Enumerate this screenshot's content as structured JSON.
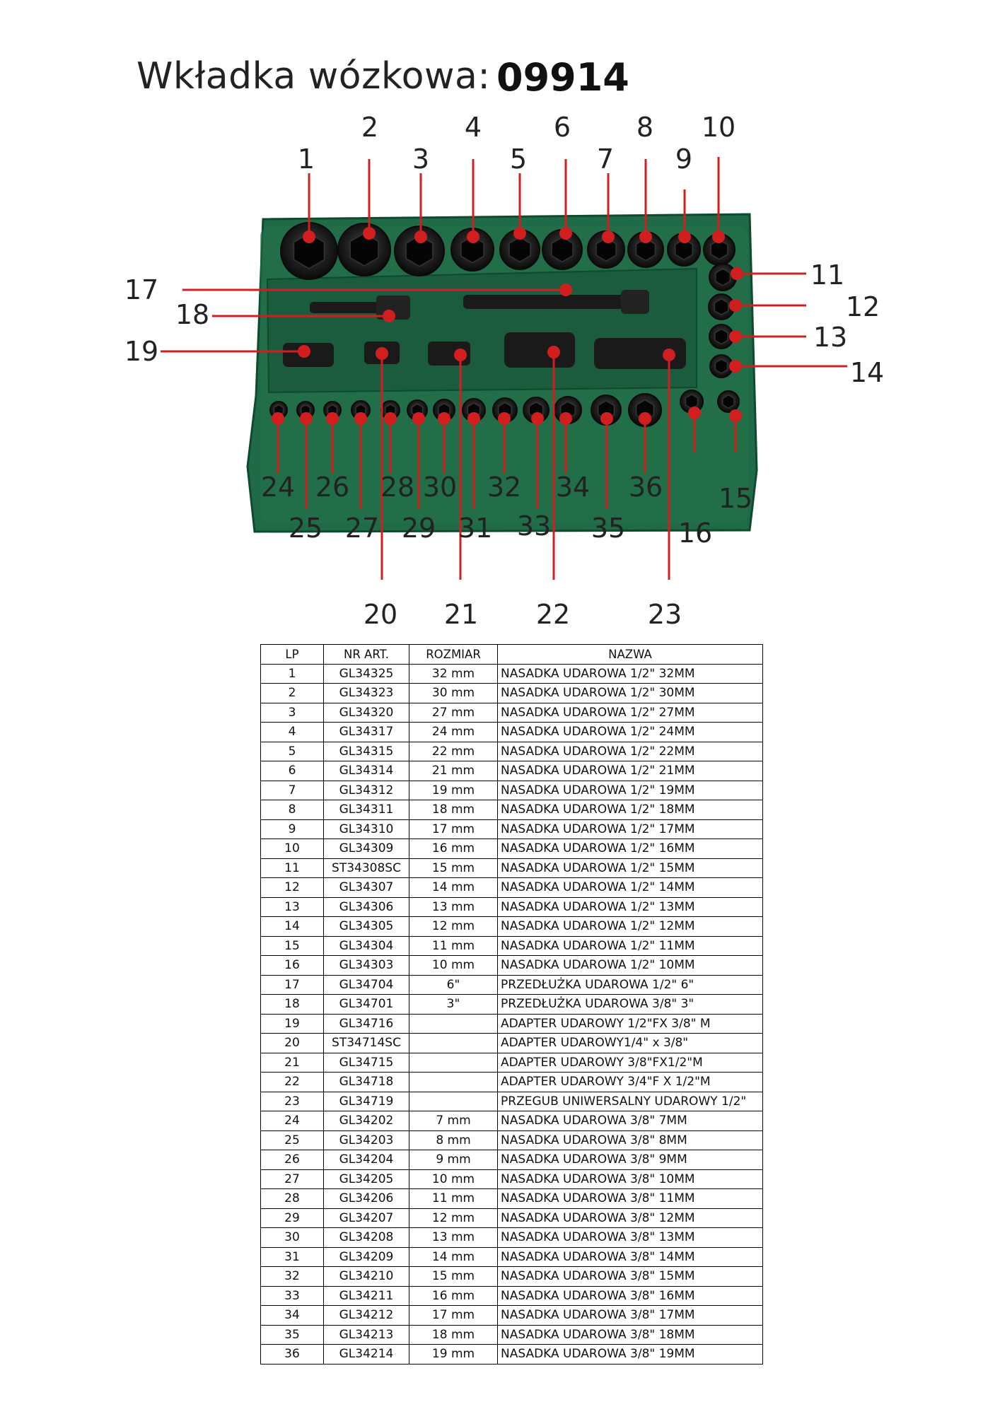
{
  "header": {
    "title": "Wkładka wózkowa:",
    "code": "09914"
  },
  "callouts": [
    "1",
    "2",
    "3",
    "4",
    "5",
    "6",
    "7",
    "8",
    "9",
    "10",
    "11",
    "12",
    "13",
    "14",
    "15",
    "16",
    "17",
    "18",
    "19",
    "20",
    "21",
    "22",
    "23",
    "24",
    "25",
    "26",
    "27",
    "28",
    "29",
    "30",
    "31",
    "32",
    "33",
    "34",
    "35",
    "36"
  ],
  "table": {
    "headers": [
      "LP",
      "NR ART.",
      "ROZMIAR",
      "NAZWA"
    ],
    "rows": [
      [
        "1",
        "GL34325",
        "32 mm",
        "NASADKA UDAROWA 1/2\" 32MM"
      ],
      [
        "2",
        "GL34323",
        "30 mm",
        "NASADKA UDAROWA 1/2\" 30MM"
      ],
      [
        "3",
        "GL34320",
        "27 mm",
        "NASADKA UDAROWA 1/2\" 27MM"
      ],
      [
        "4",
        "GL34317",
        "24 mm",
        "NASADKA UDAROWA 1/2\" 24MM"
      ],
      [
        "5",
        "GL34315",
        "22 mm",
        "NASADKA UDAROWA 1/2\" 22MM"
      ],
      [
        "6",
        "GL34314",
        "21 mm",
        "NASADKA UDAROWA 1/2\" 21MM"
      ],
      [
        "7",
        "GL34312",
        "19 mm",
        "NASADKA UDAROWA 1/2\" 19MM"
      ],
      [
        "8",
        "GL34311",
        "18 mm",
        "NASADKA UDAROWA 1/2\" 18MM"
      ],
      [
        "9",
        "GL34310",
        "17 mm",
        "NASADKA UDAROWA 1/2\" 17MM"
      ],
      [
        "10",
        "GL34309",
        "16 mm",
        "NASADKA UDAROWA 1/2\" 16MM"
      ],
      [
        "11",
        "ST34308SC",
        "15 mm",
        "NASADKA UDAROWA 1/2\" 15MM"
      ],
      [
        "12",
        "GL34307",
        "14 mm",
        "NASADKA UDAROWA 1/2\" 14MM"
      ],
      [
        "13",
        "GL34306",
        "13 mm",
        "NASADKA UDAROWA 1/2\" 13MM"
      ],
      [
        "14",
        "GL34305",
        "12 mm",
        "NASADKA UDAROWA 1/2\" 12MM"
      ],
      [
        "15",
        "GL34304",
        "11 mm",
        "NASADKA UDAROWA 1/2\" 11MM"
      ],
      [
        "16",
        "GL34303",
        "10 mm",
        "NASADKA UDAROWA 1/2\" 10MM"
      ],
      [
        "17",
        "GL34704",
        "6\"",
        "PRZEDŁUŻKA UDAROWA 1/2\" 6\""
      ],
      [
        "18",
        "GL34701",
        "3\"",
        "PRZEDŁUŻKA UDAROWA 3/8\" 3\""
      ],
      [
        "19",
        "GL34716",
        "",
        "ADAPTER UDAROWY 1/2\"FX 3/8\" M"
      ],
      [
        "20",
        "ST34714SC",
        "",
        "ADAPTER UDAROWY1/4\" x 3/8\""
      ],
      [
        "21",
        "GL34715",
        "",
        "ADAPTER UDAROWY 3/8\"FX1/2\"M"
      ],
      [
        "22",
        "GL34718",
        "",
        "ADAPTER UDAROWY 3/4\"F X 1/2\"M"
      ],
      [
        "23",
        "GL34719",
        "",
        "PRZEGUB UNIWERSALNY UDAROWY 1/2\""
      ],
      [
        "24",
        "GL34202",
        "7 mm",
        "NASADKA UDAROWA 3/8\" 7MM"
      ],
      [
        "25",
        "GL34203",
        "8 mm",
        "NASADKA UDAROWA 3/8\" 8MM"
      ],
      [
        "26",
        "GL34204",
        "9 mm",
        "NASADKA UDAROWA 3/8\" 9MM"
      ],
      [
        "27",
        "GL34205",
        "10 mm",
        "NASADKA UDAROWA 3/8\" 10MM"
      ],
      [
        "28",
        "GL34206",
        "11 mm",
        "NASADKA UDAROWA 3/8\" 11MM"
      ],
      [
        "29",
        "GL34207",
        "12 mm",
        "NASADKA UDAROWA 3/8\" 12MM"
      ],
      [
        "30",
        "GL34208",
        "13 mm",
        "NASADKA UDAROWA 3/8\" 13MM"
      ],
      [
        "31",
        "GL34209",
        "14 mm",
        "NASADKA UDAROWA 3/8\" 14MM"
      ],
      [
        "32",
        "GL34210",
        "15 mm",
        "NASADKA UDAROWA 3/8\" 15MM"
      ],
      [
        "33",
        "GL34211",
        "16 mm",
        "NASADKA UDAROWA 3/8\" 16MM"
      ],
      [
        "34",
        "GL34212",
        "17 mm",
        "NASADKA UDAROWA 3/8\" 17MM"
      ],
      [
        "35",
        "GL34213",
        "18 mm",
        "NASADKA UDAROWA 3/8\" 18MM"
      ],
      [
        "36",
        "GL34214",
        "19 mm",
        "NASADKA UDAROWA 3/8\" 19MM"
      ]
    ]
  },
  "colors": {
    "tray": "#1f6b47",
    "tray_dark": "#0f4a2e",
    "arrow": "#d11f1f",
    "socket": "#1a1a1a"
  }
}
